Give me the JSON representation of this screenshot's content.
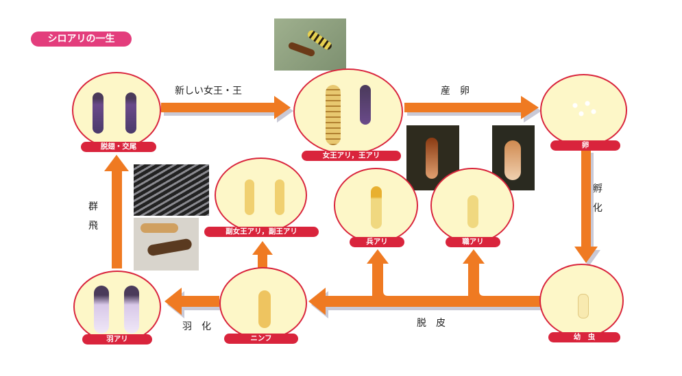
{
  "title": "シロアリの一生",
  "stages": {
    "dealation": "脱翅・交尾",
    "queen_king": "女王アリ，王アリ",
    "egg": "卵",
    "soldier": "兵アリ",
    "worker": "職アリ",
    "secondary": "副女王アリ，副王アリ",
    "alate": "羽アリ",
    "nymph": "ニンフ",
    "larva": "幼　虫"
  },
  "transitions": {
    "new_queen_king": "新しい女王・王",
    "egg_laying": "産　卵",
    "hatching_1": "孵",
    "hatching_2": "化",
    "swarming_1": "群",
    "swarming_2": "飛",
    "emergence": "羽　化",
    "molting": "脱　皮"
  },
  "colors": {
    "arrow": "#ef7a22",
    "circle_fill": "#fdf7c8",
    "circle_border": "#d9243c",
    "title_bg": "#e33d7c"
  }
}
